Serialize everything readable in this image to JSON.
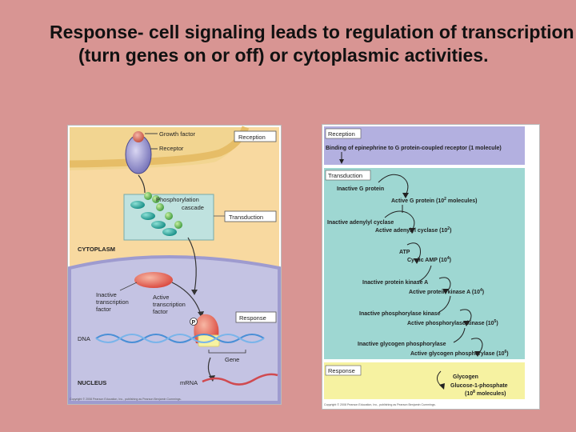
{
  "title": "Response- cell signaling leads to regulation of transcription (turn genes on or off) or cytoplasmic activities.",
  "left_figure": {
    "growth_factor": "Growth factor",
    "receptor": "Receptor",
    "phosphorylation_cascade": [
      "Phosphorylation",
      "cascade"
    ],
    "cytoplasm": "CYTOPLASM",
    "inactive_tf": [
      "Inactive",
      "transcription",
      "factor"
    ],
    "active_tf": [
      "Active",
      "transcription",
      "factor"
    ],
    "phosphate": "P",
    "dna": "DNA",
    "gene": "Gene",
    "nucleus": "NUCLEUS",
    "mrna": "mRNA",
    "stages": [
      "Reception",
      "Transduction",
      "Response"
    ],
    "copyright": "Copyright © 2008 Pearson Education, Inc., publishing as Pearson Benjamin Cummings."
  },
  "right_figure": {
    "reception_label": "Reception",
    "reception_text": "Binding of epinephrine to G protein-coupled receptor (1 molecule)",
    "transduction_label": "Transduction",
    "steps": [
      {
        "inactive": "Inactive G protein",
        "active": "Active G protein (10",
        "exp": "2",
        "suffix": " molecules)"
      },
      {
        "inactive": "Inactive adenylyl cyclase",
        "active": "Active adenylyl cyclase (10",
        "exp": "2",
        "suffix": ")"
      },
      {
        "inactive": "ATP",
        "active": "Cyclic AMP (10",
        "exp": "4",
        "suffix": ")"
      },
      {
        "inactive": "Inactive protein kinase A",
        "active": "Active protein kinase A (10",
        "exp": "4",
        "suffix": ")"
      },
      {
        "inactive": "Inactive phosphorylase kinase",
        "active": "Active phosphorylase kinase (10",
        "exp": "5",
        "suffix": ")"
      },
      {
        "inactive": "Inactive glycogen phosphorylase",
        "active": "Active glycogen phosphorylase (10",
        "exp": "6",
        "suffix": ")"
      }
    ],
    "response_label": "Response",
    "glycogen": "Glycogen",
    "g1p": "Glucose-1-phosphate",
    "g1p_count": "(10",
    "g1p_exp": "8",
    "g1p_suffix": " molecules)",
    "copyright": "Copyright © 2008 Pearson Education, Inc., publishing as Pearson Benjamin Cummings."
  },
  "colors": {
    "background": "#d89593",
    "reception_band": "#b3b0e0",
    "transduction_band": "#9ed7d2",
    "response_band": "#f6f2a1",
    "cytoplasm": "#f8d9a0",
    "nucleus": "#c4c3e3",
    "protein_teal": "#2aa39a"
  }
}
